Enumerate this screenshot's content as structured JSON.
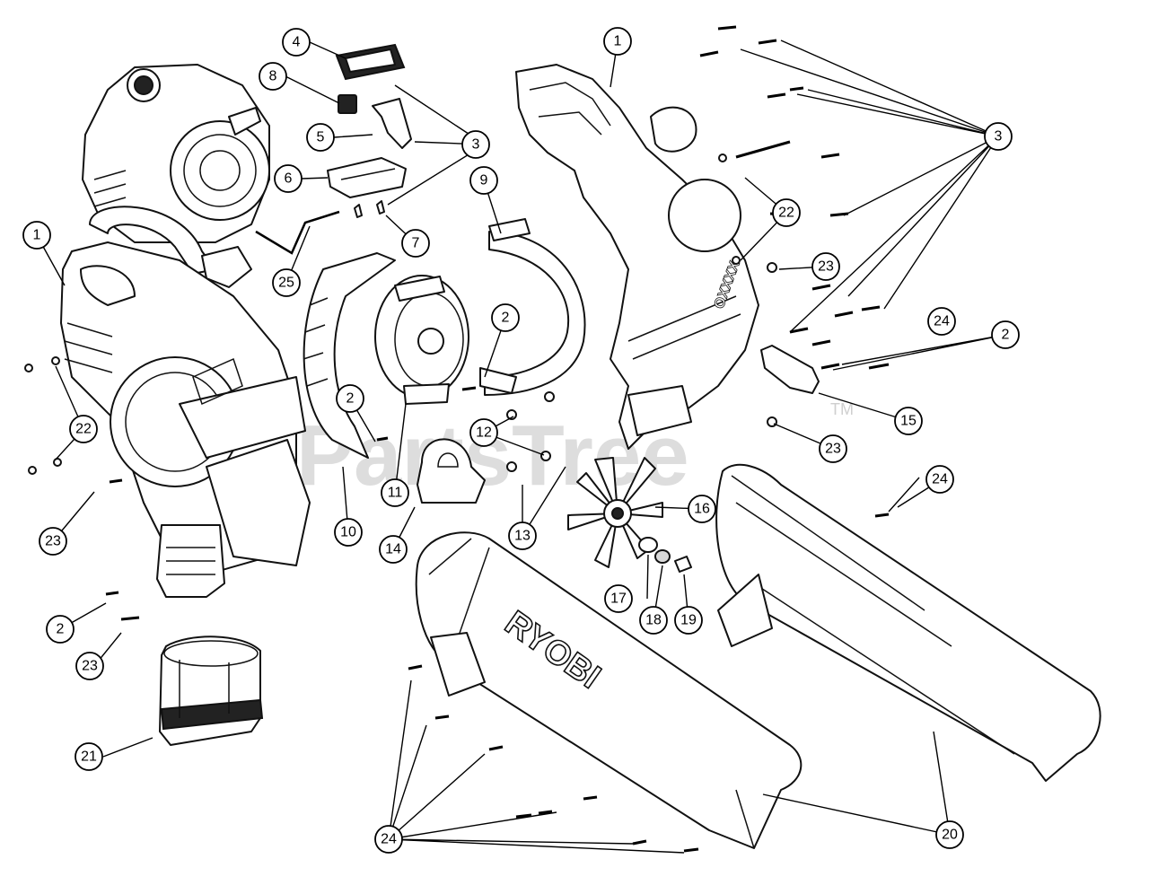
{
  "watermark": {
    "text": "PartsTree",
    "tm": "TM"
  },
  "brand_label": "RYOBI",
  "model_label": "OXXXX",
  "callouts": [
    {
      "id": "c1a",
      "label": "1"
    },
    {
      "id": "c1b",
      "label": "1"
    },
    {
      "id": "c2a",
      "label": "2"
    },
    {
      "id": "c2b",
      "label": "2"
    },
    {
      "id": "c2c",
      "label": "2"
    },
    {
      "id": "c2d",
      "label": "2"
    },
    {
      "id": "c3a",
      "label": "3"
    },
    {
      "id": "c3b",
      "label": "3"
    },
    {
      "id": "c4",
      "label": "4"
    },
    {
      "id": "c5",
      "label": "5"
    },
    {
      "id": "c6",
      "label": "6"
    },
    {
      "id": "c7",
      "label": "7"
    },
    {
      "id": "c8",
      "label": "8"
    },
    {
      "id": "c9",
      "label": "9"
    },
    {
      "id": "c10",
      "label": "10"
    },
    {
      "id": "c11",
      "label": "11"
    },
    {
      "id": "c12",
      "label": "12"
    },
    {
      "id": "c13",
      "label": "13"
    },
    {
      "id": "c14",
      "label": "14"
    },
    {
      "id": "c15",
      "label": "15"
    },
    {
      "id": "c16",
      "label": "16"
    },
    {
      "id": "c17",
      "label": "17"
    },
    {
      "id": "c18",
      "label": "18"
    },
    {
      "id": "c19",
      "label": "19"
    },
    {
      "id": "c20",
      "label": "20"
    },
    {
      "id": "c21",
      "label": "21"
    },
    {
      "id": "c22a",
      "label": "22"
    },
    {
      "id": "c22b",
      "label": "22"
    },
    {
      "id": "c23a",
      "label": "23"
    },
    {
      "id": "c23b",
      "label": "23"
    },
    {
      "id": "c23c",
      "label": "23"
    },
    {
      "id": "c23d",
      "label": "23"
    },
    {
      "id": "c24a",
      "label": "24"
    },
    {
      "id": "c24b",
      "label": "24"
    },
    {
      "id": "c24c",
      "label": "24"
    },
    {
      "id": "c25",
      "label": "25"
    }
  ]
}
